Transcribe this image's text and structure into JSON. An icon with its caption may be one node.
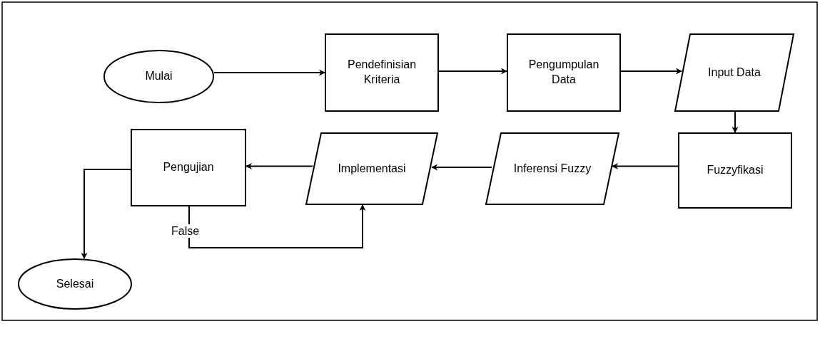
{
  "diagram": {
    "nodes": [
      {
        "text": [
          "Mulai"
        ]
      },
      {
        "text": [
          "Pendefinisian Kriteria"
        ]
      },
      {
        "text": [
          "Pengumpulan Data"
        ]
      },
      {
        "text": [
          "Input Data"
        ]
      },
      {
        "text": [
          "Fuzzyfikasi"
        ]
      },
      {
        "text": [
          "Inferensi Fuzzy"
        ]
      },
      {
        "text": [
          "Implementasi"
        ]
      },
      {
        "text": [
          "Pengujian"
        ]
      },
      {
        "text": [
          "Selesai"
        ]
      }
    ],
    "edges": [
      {
        "from": 0,
        "to": 1,
        "arrow": "to"
      },
      {
        "from": 1,
        "to": 2,
        "arrow": "to"
      },
      {
        "from": 2,
        "to": 3,
        "arrow": "to"
      },
      {
        "from": 3,
        "to": 4,
        "arrow": "to"
      },
      {
        "from": 4,
        "to": 5,
        "arrow": "to"
      },
      {
        "from": 5,
        "to": 6,
        "arrow": "to"
      },
      {
        "from": 6,
        "to": 7,
        "arrow": "to"
      },
      {
        "from": 7,
        "to": 6,
        "arrow": "to",
        "label": "False"
      },
      {
        "from": 7,
        "to": 8,
        "arrow": "to"
      }
    ]
  }
}
